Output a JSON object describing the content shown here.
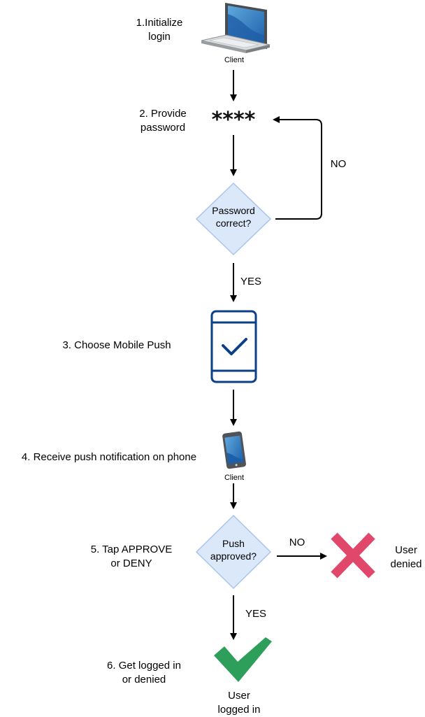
{
  "steps": {
    "s1": "1.Initialize\nlogin",
    "s2": "2. Provide\npassword",
    "s3": "3. Choose Mobile Push",
    "s4": "4. Receive push notification on phone",
    "s5": "5. Tap APPROVE\nor DENY",
    "s6": "6. Get logged in\nor denied"
  },
  "nodes": {
    "laptop_caption": "Client",
    "password_mask": "****",
    "password_decision": "Password\ncorrect?",
    "phone_caption": "Client",
    "push_decision": "Push\napproved?",
    "denied_label": "User\ndenied",
    "loggedin_label": "User\nlogged in"
  },
  "edges": {
    "password_no": "NO",
    "password_yes": "YES",
    "push_no": "NO",
    "push_yes": "YES"
  },
  "colors": {
    "decision_fill": "#dbe8fa",
    "decision_stroke": "#a9c4eb",
    "phone_icon": "#0b3f87",
    "deny": "#e1476a",
    "approve": "#2e9e5b"
  },
  "icons": [
    "laptop-icon",
    "password-asterisks",
    "mobile-push-icon",
    "smartphone-icon",
    "deny-x-icon",
    "approve-check-icon"
  ]
}
